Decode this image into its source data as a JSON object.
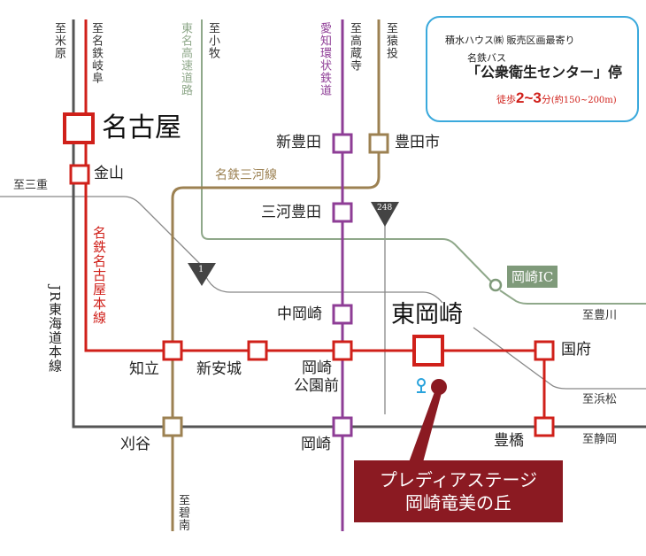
{
  "info_box": {
    "developer": "積水ハウス㈱ 販売区画最寄り",
    "bus_company": "名鉄バス",
    "bus_stop": "「公衆衛生センター」停",
    "walk_prefix": "徒歩",
    "walk_time": "2~3",
    "walk_unit": "分",
    "walk_distance": "(約150~200m)"
  },
  "lines": {
    "jr": "JR東海道本線",
    "meitetsu_main": "名鉄名古屋本線",
    "meitetsu_mikawa": "名鉄三河線",
    "aichi_loop": "愛知環状鉄道",
    "tomei": "東名高速道路",
    "route1": "1",
    "route248": "248"
  },
  "directions": {
    "maibara": "至米原",
    "gifu": "至名鉄岐阜",
    "komaki": "至小牧",
    "kozoji": "至高蔵寺",
    "sanage": "至猿投",
    "mie": "至三重",
    "hekinan": "至碧南",
    "toyokawa": "至豊川",
    "hamamatsu": "至浜松",
    "shizuoka": "至静岡"
  },
  "stations": {
    "nagoya": "名古屋",
    "kanayama": "金山",
    "shintoyota": "新豊田",
    "toyotashi": "豊田市",
    "mikawatoyota": "三河豊田",
    "nakaokazaki": "中岡崎",
    "higashiokazaki": "東岡崎",
    "kou": "国府",
    "chiryu": "知立",
    "shinanjo": "新安城",
    "okazakikoen_1": "岡崎",
    "okazakikoen_2": "公園前",
    "kariya": "刈谷",
    "okazaki": "岡崎",
    "toyohashi": "豊橋"
  },
  "okazaki_ic": "岡崎IC",
  "property": {
    "line1": "プレディアステージ",
    "line2": "岡崎竜美の丘"
  },
  "colors": {
    "jr": "#555555",
    "meitetsu": "#d0201a",
    "mikawa": "#9c8152",
    "aichi": "#8e3d96",
    "tomei": "#8fa88a",
    "road": "#888888",
    "property": "#8b1a22",
    "bus": "#2aa3dc"
  }
}
